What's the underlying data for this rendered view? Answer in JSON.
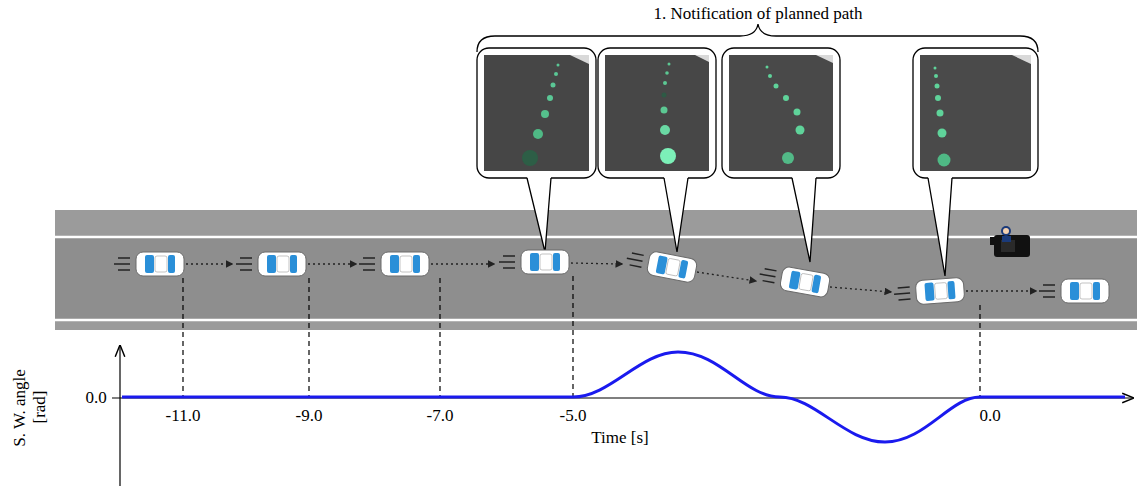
{
  "diagram": {
    "labels": [
      "1. Notification of planned path",
      "S. W. angle",
      "[rad]",
      "0.0",
      "-11.0",
      "-9.0",
      "-7.0",
      "-5.0",
      "Time [s]",
      "0.0"
    ]
  }
}
